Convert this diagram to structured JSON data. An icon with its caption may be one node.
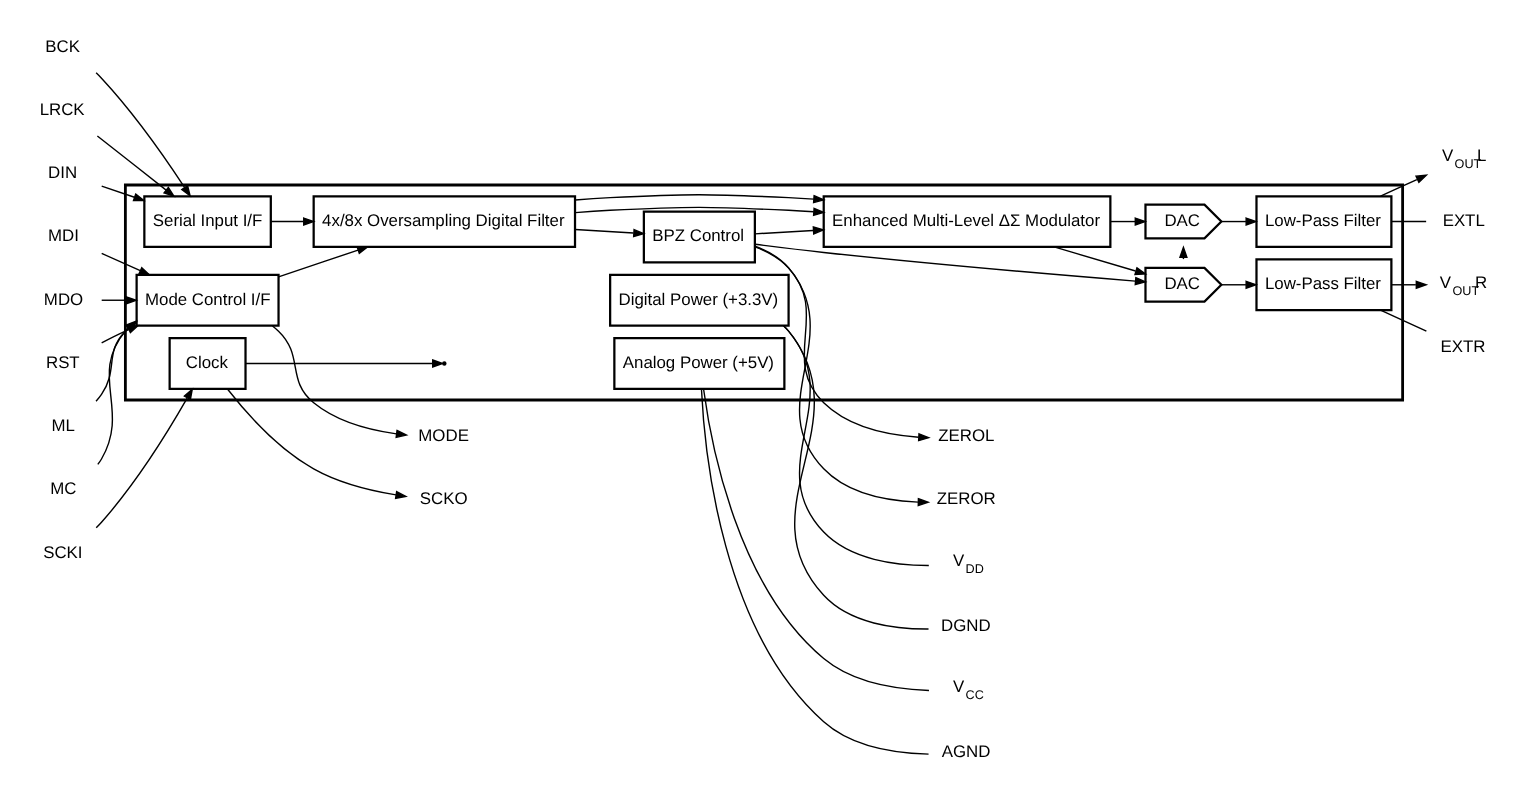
{
  "diagram": {
    "nodes": [
      {
        "text": [],
        "shape": "box"
      },
      {
        "text": [
          "Serial Input I/F"
        ],
        "in": 0
      },
      {
        "text": [
          "4x/8x Oversampling Digital Filter"
        ],
        "in": 0
      },
      {
        "text": [
          "Enhanced Multi-Level ΔΣ Modulator"
        ],
        "in": 0
      },
      {
        "text": [
          "DAC"
        ],
        "in": 0
      },
      {
        "text": [
          "DAC"
        ],
        "in": 0
      },
      {
        "text": [
          "Low-Pass Filter"
        ],
        "in": 0
      },
      {
        "text": [
          "Low-Pass Filter"
        ],
        "in": 0
      },
      {
        "text": [
          "Mode Control I/F"
        ],
        "in": 0
      },
      {
        "text": [
          "BPZ Control"
        ],
        "in": 0
      },
      {
        "text": [
          "Clock"
        ],
        "in": 0
      },
      {
        "text": [
          "Digital Power (+3.3V)"
        ],
        "in": 0
      },
      {
        "text": [
          "Analog Power (+5V)"
        ],
        "in": 0
      },
      {
        "text": [
          "BCK"
        ]
      },
      {
        "text": [
          "LRCK"
        ]
      },
      {
        "text": [
          "DIN"
        ]
      },
      {
        "text": [
          "ML"
        ]
      },
      {
        "text": [
          "MC"
        ]
      },
      {
        "text": [
          "MDI"
        ]
      },
      {
        "text": [
          "MDO"
        ]
      },
      {
        "text": [
          "MODE"
        ]
      },
      {
        "text": [
          "RST"
        ]
      },
      {
        "text": [
          "V$_{OUT}$L"
        ]
      },
      {
        "text": [
          "EXTL"
        ]
      },
      {
        "text": [
          "V$_{OUT}$R"
        ]
      },
      {
        "text": [
          "EXTR"
        ]
      },
      {
        "text": [
          "ZEROL"
        ]
      },
      {
        "text": [
          "ZEROR"
        ]
      },
      {
        "text": [
          "SCKI"
        ]
      },
      {
        "text": [
          "SCKO"
        ]
      },
      {
        "text": [
          "V$_{DD}$"
        ]
      },
      {
        "text": [
          "DGND"
        ]
      },
      {
        "text": [
          "V$_{CC}$"
        ]
      },
      {
        "text": [
          "AGND"
        ]
      }
    ],
    "edges": [
      {
        "from": 13,
        "to": 1,
        "arrow": "to"
      },
      {
        "from": 14,
        "to": 1,
        "arrow": "to"
      },
      {
        "from": 15,
        "to": 1,
        "arrow": "to"
      },
      {
        "from": 16,
        "to": 8,
        "arrow": "to"
      },
      {
        "from": 17,
        "to": 8,
        "arrow": "to"
      },
      {
        "from": 18,
        "to": 8,
        "arrow": "to"
      },
      {
        "from": 19,
        "to": 8,
        "arrow": "to"
      },
      {
        "from": 8,
        "to": 20,
        "arrow": "to"
      },
      {
        "from": 21,
        "to": 8,
        "arrow": "to"
      },
      {
        "from": 1,
        "to": 2,
        "arrow": "to"
      },
      {
        "from": 8,
        "to": 2,
        "arrow": "to"
      },
      {
        "from": 2,
        "to": 3,
        "arrow": "to"
      },
      {
        "from": 2,
        "to": 3,
        "arrow": "to"
      },
      {
        "from": 3,
        "to": 4,
        "arrow": "to"
      },
      {
        "from": 3,
        "to": 5,
        "arrow": "to"
      },
      {
        "from": 2,
        "to": 9,
        "arrow": "to"
      },
      {
        "from": 9,
        "to": 3,
        "arrow": "to"
      },
      {
        "from": 9,
        "to": 5,
        "arrow": "to"
      },
      {
        "from": 5,
        "to": 4,
        "arrow": "to"
      },
      {
        "from": 4,
        "to": 6,
        "arrow": "to"
      },
      {
        "from": 5,
        "to": 7,
        "arrow": "to"
      },
      {
        "from": 6,
        "to": 22,
        "arrow": "to"
      },
      {
        "from": 6,
        "to": 23,
        "arrow": "none"
      },
      {
        "from": 7,
        "to": 24,
        "arrow": "to"
      },
      {
        "from": 7,
        "to": 25,
        "arrow": "none"
      },
      {
        "from": 9,
        "to": 26,
        "arrow": "to"
      },
      {
        "from": 9,
        "to": 27,
        "arrow": "to"
      },
      {
        "from": 28,
        "to": 10,
        "arrow": "to"
      },
      {
        "from": 10,
        "to": null,
        "arrow": "to"
      },
      {
        "from": 10,
        "to": 29,
        "arrow": "to"
      },
      {
        "from": 11,
        "to": 30,
        "arrow": "none"
      },
      {
        "from": 11,
        "to": 31,
        "arrow": "none"
      },
      {
        "from": 12,
        "to": 32,
        "arrow": "none"
      },
      {
        "from": 12,
        "to": 33,
        "arrow": "none"
      }
    ]
  }
}
